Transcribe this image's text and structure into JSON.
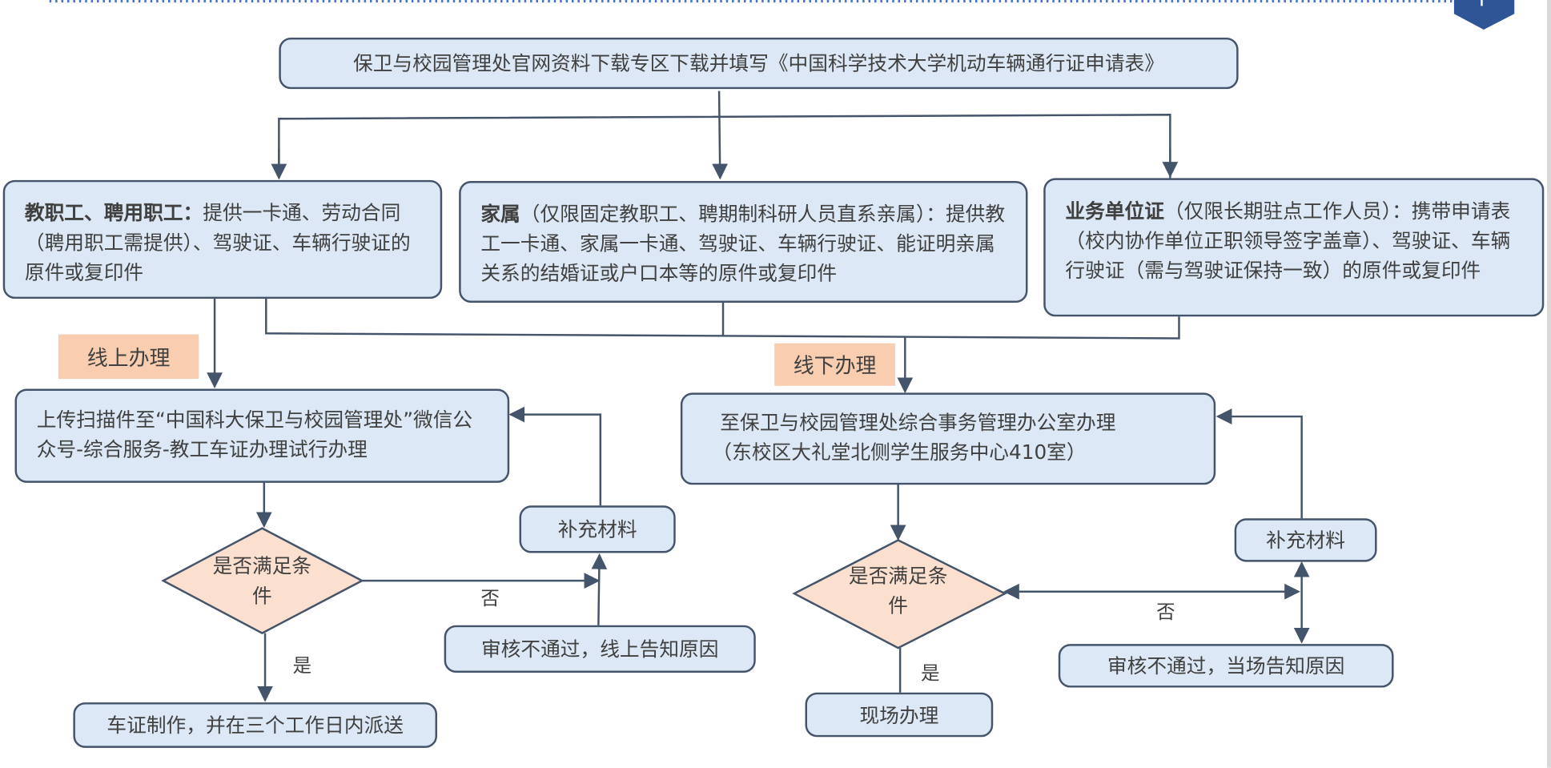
{
  "top_box": "保卫与校园管理处官网资料下载专区下载并填写《中国科学技术大学机动车辆通行证申请表》",
  "staff": {
    "label": "教职工、聘用职工：",
    "text": "提供一卡通、劳动合同（聘用职工需提供）、驾驶证、车辆行驶证的原件或复印件"
  },
  "family": {
    "label": "家属",
    "text": "（仅限固定教职工、聘期制科研人员直系亲属）：提供教工一卡通、家属一卡通、驾驶证、车辆行驶证、能证明亲属关系的结婚证或户口本等的原件或复印件"
  },
  "unit": {
    "label": "业务单位证",
    "text": "（仅限长期驻点工作人员）：携带申请表（校内协作单位正职领导签字盖章）、驾驶证、车辆行驶证（需与驾驶证保持一致）的原件或复印件"
  },
  "online": {
    "tag": "线上办理",
    "process": "上传扫描件至“中国科大保卫与校园管理处”微信公众号-综合服务-教工车证办理试行办理",
    "decision": "是否满足条件",
    "supplement": "补充材料",
    "reject": "审核不通过，线上告知原因",
    "result": "车证制作，并在三个工作日内派送",
    "yes": "是",
    "no": "否"
  },
  "offline": {
    "tag": "线下办理",
    "process_line1": "至保卫与校园管理处综合事务管理办公室办理",
    "process_line2": "（东校区大礼堂北侧学生服务中心410室）",
    "decision": "是否满足条件",
    "supplement": "补充材料",
    "reject": "审核不通过，当场告知原因",
    "result": "现场办理",
    "yes": "是",
    "no": "否"
  },
  "colors": {
    "box_fill": "#dce8f5",
    "box_border": "#44546a",
    "tag_fill": "#f9cdb0",
    "diamond_fill": "#fbe0cf",
    "page_tab": "#2f5597",
    "dotted_rule": "#4472c4"
  },
  "icons": [
    "page-tab-icon"
  ]
}
